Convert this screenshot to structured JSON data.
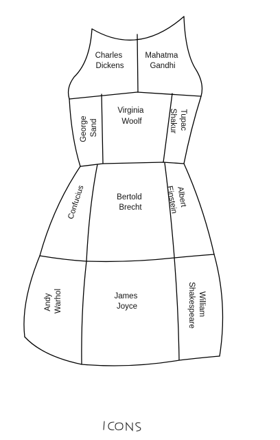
{
  "panels": [
    {
      "id": "dickens",
      "lines": [
        "Charles",
        "Dickens"
      ]
    },
    {
      "id": "gandhi",
      "lines": [
        "Mahatma",
        "Gandhi"
      ]
    },
    {
      "id": "sand",
      "lines": [
        "George",
        "Sand"
      ]
    },
    {
      "id": "woolf",
      "lines": [
        "Virginia",
        "Woolf"
      ]
    },
    {
      "id": "shakur",
      "lines": [
        "Tupac",
        "Shakur"
      ]
    },
    {
      "id": "confucius",
      "lines": [
        "Confucius"
      ]
    },
    {
      "id": "brecht",
      "lines": [
        "Bertold",
        "Brecht"
      ]
    },
    {
      "id": "einstein",
      "lines": [
        "Albert",
        "Einstein"
      ]
    },
    {
      "id": "warhol",
      "lines": [
        "Andy",
        "Warhol"
      ]
    },
    {
      "id": "joyce",
      "lines": [
        "James",
        "Joyce"
      ]
    },
    {
      "id": "shakespeare",
      "lines": [
        "William",
        "Shakespeare"
      ]
    }
  ],
  "caption": "ICONS"
}
